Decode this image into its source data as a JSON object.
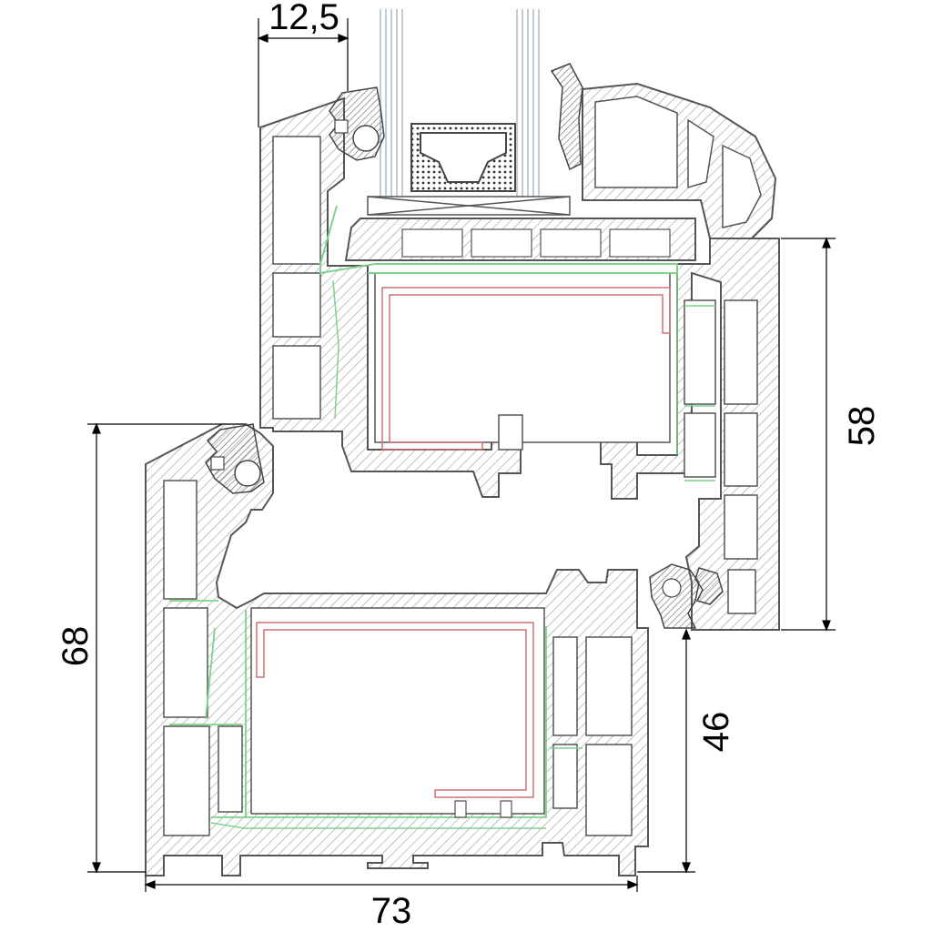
{
  "dimensions": {
    "glazing_bead_width": "12,5",
    "sash_height": "58",
    "frame_height": "68",
    "frame_inner_height": "46",
    "total_depth": "73"
  },
  "colors": {
    "profile_outline": "#555555",
    "hatch": "#8a8a8a",
    "reinforcement_hatch": "#7fd18f",
    "steel_insert": "#d07070",
    "dimension_line": "#000000"
  }
}
